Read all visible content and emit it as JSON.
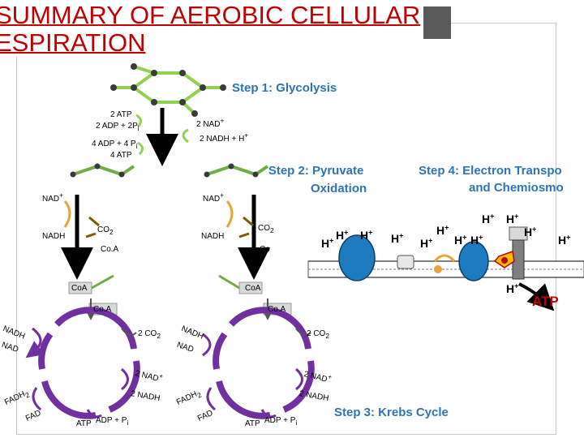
{
  "title_line1": "SUMMARY OF AEROBIC CELLULAR",
  "title_line2": "ESPIRATION",
  "step1": "Step 1: Glycolysis",
  "step2_line1": "Step 2: Pyruvate",
  "step2_line2": "Oxidation",
  "step3": "Step 3: Krebs Cycle",
  "step4_line1": "Step 4: Electron Transpo",
  "step4_line2": "and Chemiosmo",
  "glycolysis": {
    "atp_top": "2 ATP",
    "adp_pi": "2 ADP + 2P",
    "adp_pi_sub": "i",
    "adp4": "4 ADP + 4 P",
    "adp4_sub": "i",
    "atp4": "4 ATP",
    "nad": "2 NAD",
    "nad_sup": "+",
    "nadh": "2 NADH + H",
    "nadh_sup": "+"
  },
  "pyruvate_left": {
    "nad": "NAD",
    "nad_sup": "+",
    "nadh": "NADH",
    "co2": "CO",
    "co2_sub": "2",
    "coa": "Co.A"
  },
  "pyruvate_right": {
    "nad": "NAD",
    "nad_sup": "+",
    "nadh": "NADH",
    "co2": "CO",
    "co2_sub": "2",
    "coa": "Co"
  },
  "krebs_left": {
    "coa_a": "CoA",
    "coa_b": "Co.A",
    "nad_rot": "NADH",
    "nad2": "NAD",
    "co2": "2 CO",
    "co2_sub": "2",
    "nad_plus": "2 NAD",
    "nad_plus_sup": "+",
    "nadh": "2 NADH",
    "fadh": "FADH",
    "fadh_sub": "2",
    "fad": "FAD",
    "atp": "ATP",
    "adp": "ADP + P",
    "adp_sub": "i"
  },
  "krebs_right": {
    "coa_a": "CoA",
    "coa_b": "Co.A",
    "nad_rot": "NADH",
    "nad2": "NAD",
    "co2": "2 CO",
    "co2_sub": "2",
    "nad_plus": "2 NAD",
    "nad_plus_sup": "+",
    "nadh": "2 NADH",
    "fadh": "FADH",
    "fadh_sub": "2",
    "fad": "FAD",
    "atp": "ATP",
    "adp": "ADP + P",
    "adp_sub": "i"
  },
  "etc": {
    "h": "H",
    "plus": "+",
    "atp": "ATP"
  }
}
